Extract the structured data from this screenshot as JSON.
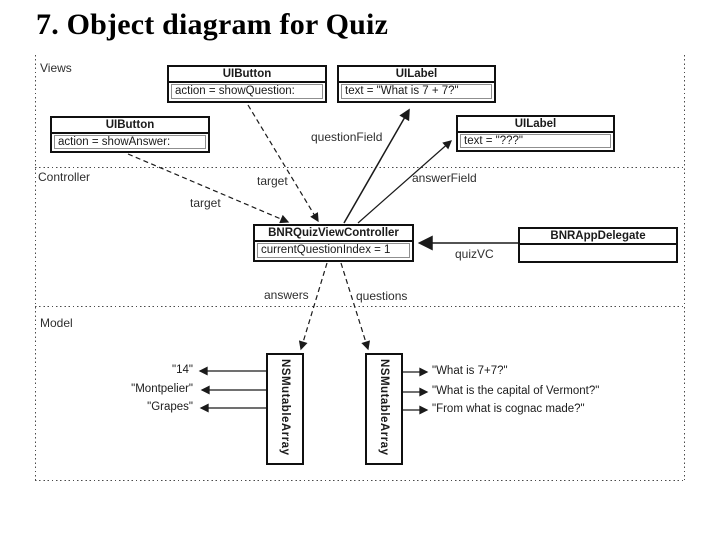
{
  "slide": {
    "title": "7. Object diagram for Quiz"
  },
  "sections": {
    "views": "Views",
    "controller": "Controller",
    "model": "Model"
  },
  "boxes": {
    "uibutton_question": {
      "title": "UIButton",
      "value": "action = showQuestion:"
    },
    "uilabel_question": {
      "title": "UILabel",
      "value": "text = \"What is 7 + 7?\""
    },
    "uibutton_answer": {
      "title": "UIButton",
      "value": "action = showAnswer:"
    },
    "uilabel_answer": {
      "title": "UILabel",
      "value": "text = \"???\""
    },
    "quiz_view_controller": {
      "title": "BNRQuizViewController",
      "value": "currentQuestionIndex = 1"
    },
    "app_delegate": {
      "title": "BNRAppDelegate",
      "value": ""
    },
    "answers_array": {
      "title": "NSMutableArray"
    },
    "questions_array": {
      "title": "NSMutableArray"
    }
  },
  "labels": {
    "question_field": "questionField",
    "answer_field": "answerField",
    "target_upper": "target",
    "target_lower": "target",
    "quiz_vc": "quizVC",
    "answers": "answers",
    "questions": "questions"
  },
  "model_items": {
    "answers": [
      "\"14\"",
      "\"Montpelier\"",
      "\"Grapes\""
    ],
    "questions": [
      "\"What is 7+7?\"",
      "\"What is the capital of Vermont?\"",
      "\"From what is cognac made?\""
    ]
  },
  "colors": {
    "line": "#1a1a1a",
    "text": "#1b1b1b",
    "background": "#ffffff"
  }
}
